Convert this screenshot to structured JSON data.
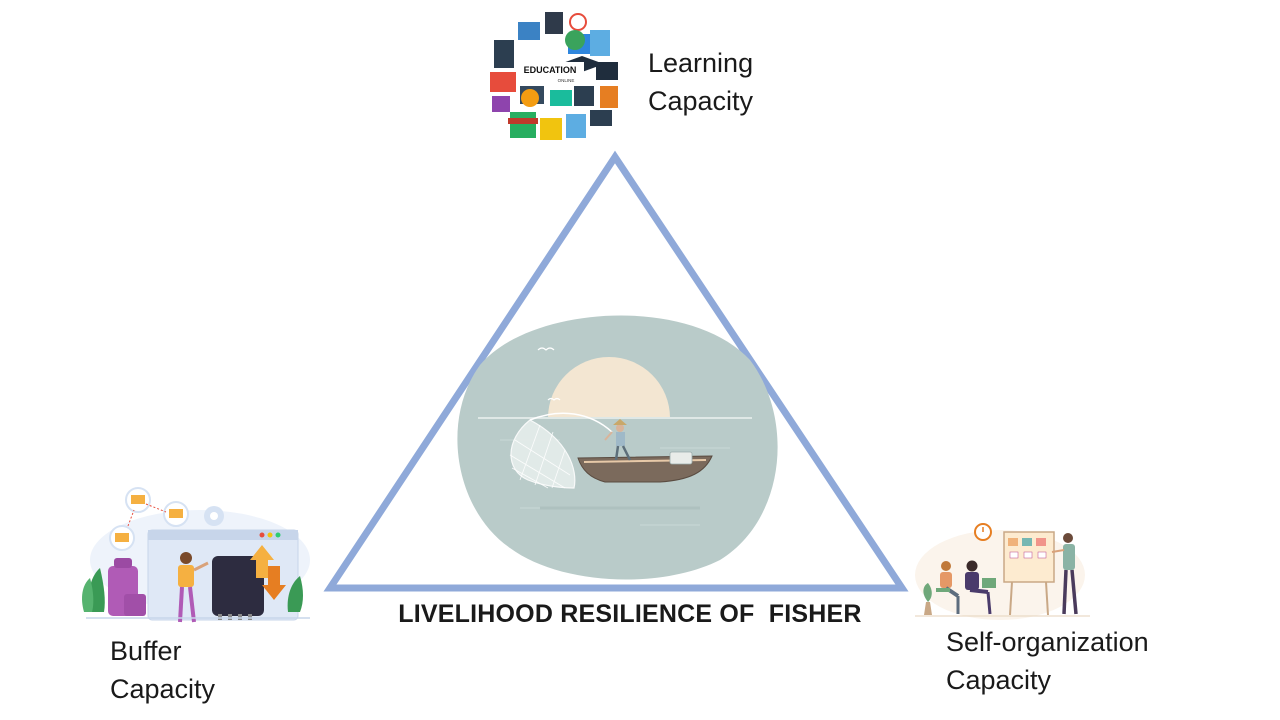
{
  "diagram": {
    "title": "LIVELIHOOD RESILIENCE OF  FISHER",
    "nodes": {
      "learning": {
        "line1": "Learning",
        "line2": "Capacity",
        "icon": "education-online-icon",
        "icon_text": "EDUCATION",
        "icon_subtext": "ONLINE"
      },
      "buffer": {
        "line1": "Buffer",
        "line2": "Capacity",
        "icon": "buffer-storage-icon"
      },
      "self_organization": {
        "line1": "Self-organization",
        "line2": "Capacity",
        "icon": "team-meeting-icon"
      }
    },
    "center_image": "fisherman-boat-illustration",
    "colors": {
      "triangle": "#8fa9d9",
      "water": "#b9cbc9",
      "sun": "#f3e6d2",
      "text": "#1a1a1a"
    }
  }
}
